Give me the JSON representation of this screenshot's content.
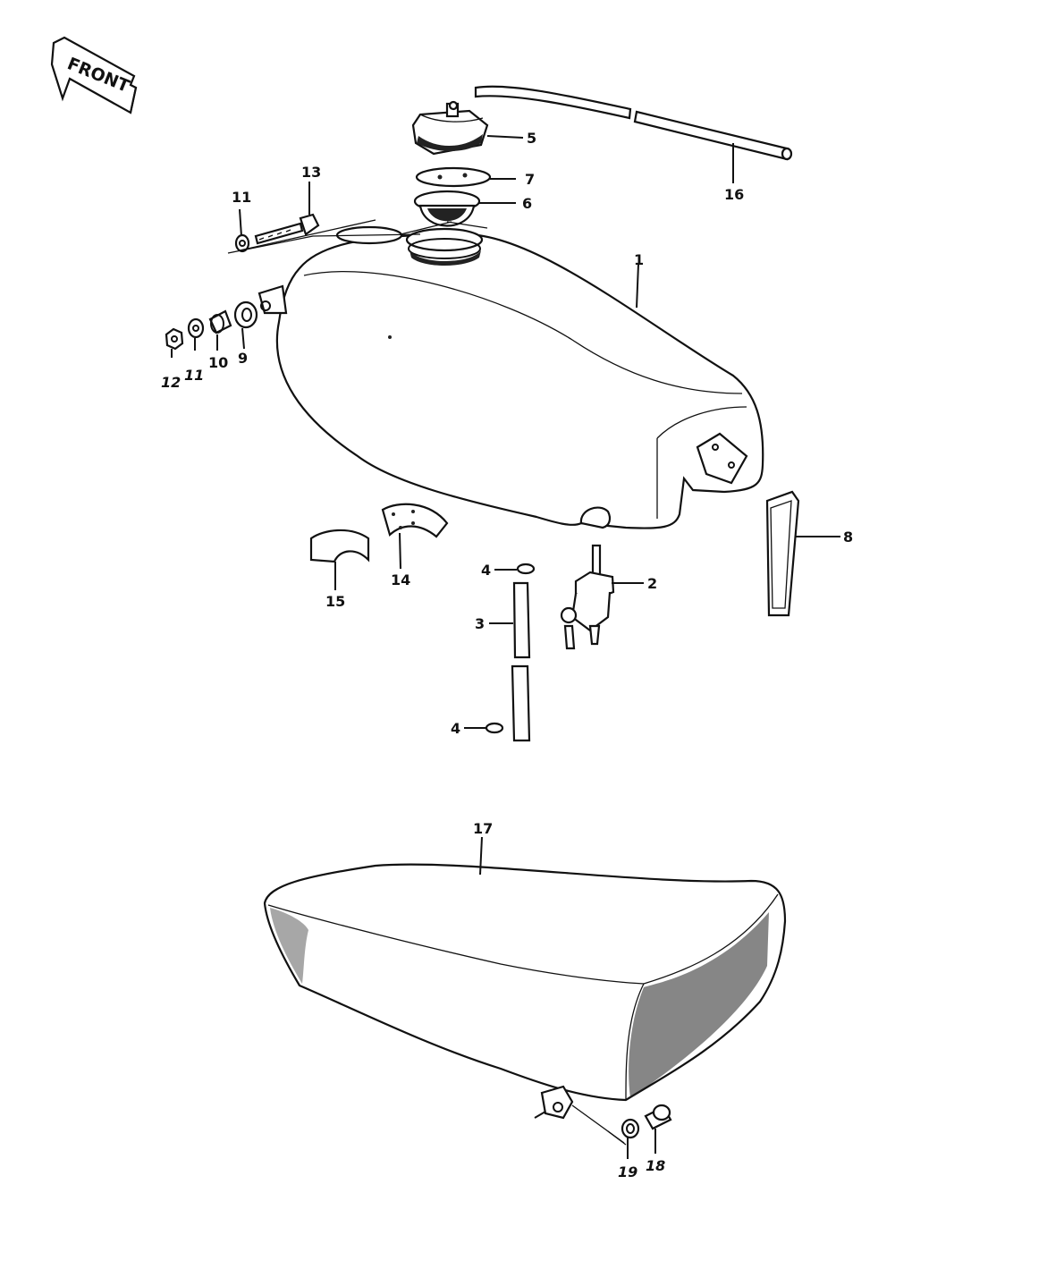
{
  "front_arrow": {
    "label": "FRONT"
  },
  "callouts": [
    {
      "id": "1",
      "label": "1"
    },
    {
      "id": "2",
      "label": "2"
    },
    {
      "id": "3",
      "label": "3"
    },
    {
      "id": "4a",
      "label": "4"
    },
    {
      "id": "4b",
      "label": "4"
    },
    {
      "id": "5",
      "label": "5"
    },
    {
      "id": "6",
      "label": "6"
    },
    {
      "id": "7",
      "label": "7"
    },
    {
      "id": "8",
      "label": "8"
    },
    {
      "id": "9",
      "label": "9"
    },
    {
      "id": "10",
      "label": "10"
    },
    {
      "id": "11a",
      "label": "11"
    },
    {
      "id": "11b",
      "label": "11"
    },
    {
      "id": "12",
      "label": "12"
    },
    {
      "id": "13",
      "label": "13"
    },
    {
      "id": "14",
      "label": "14"
    },
    {
      "id": "15",
      "label": "15"
    },
    {
      "id": "16",
      "label": "16"
    },
    {
      "id": "17",
      "label": "17"
    },
    {
      "id": "18",
      "label": "18"
    },
    {
      "id": "19",
      "label": "19"
    }
  ]
}
